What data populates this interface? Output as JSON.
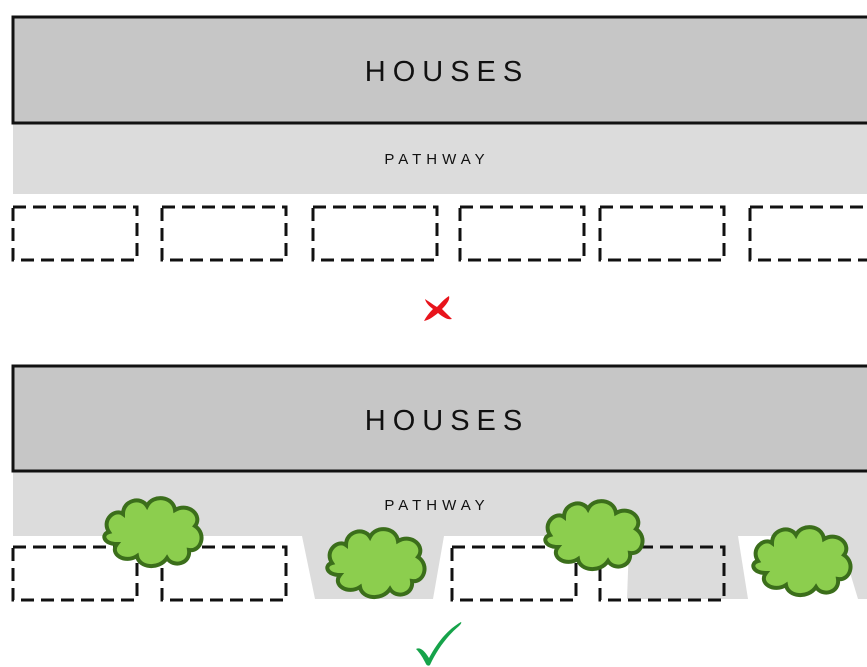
{
  "panels": [
    {
      "id": "bad",
      "houses_label": "HOUSES",
      "pathway_label": "PATHWAY",
      "verdict_icon": "red-cross-icon",
      "verdict_color": "#e8141c"
    },
    {
      "id": "good",
      "houses_label": "HOUSES",
      "pathway_label": "PATHWAY",
      "verdict_icon": "green-check-icon",
      "verdict_color": "#16a34a"
    }
  ],
  "colors": {
    "houses_fill": "#c6c6c6",
    "pathway_fill": "#dcdcdc",
    "outline": "#111111",
    "tree_fill": "#8cce4e",
    "tree_stroke": "#3b6e1b"
  }
}
